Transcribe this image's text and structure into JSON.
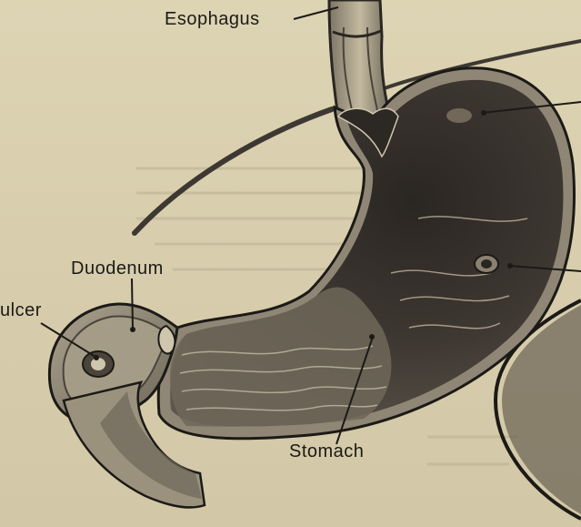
{
  "labels": {
    "esophagus": "Esophagus",
    "duodenum": "Duodenum",
    "ulcer": "ulcer",
    "stomach": "Stomach"
  },
  "colors": {
    "paper": "#d9cfae",
    "stomach_fill": "#3b3630",
    "stomach_lining": "#8f8676",
    "line": "#1c1a16",
    "duodenum_fill": "#837b6c"
  }
}
